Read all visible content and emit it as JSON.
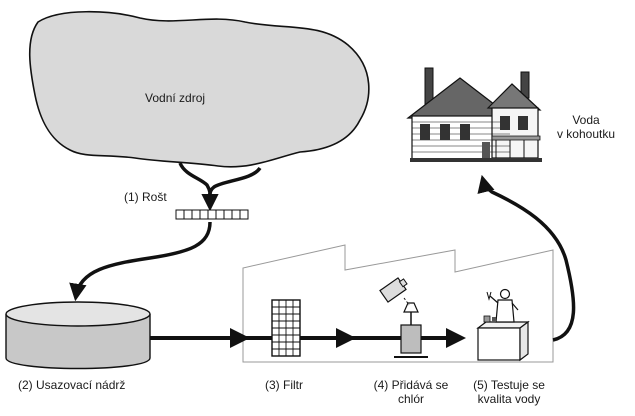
{
  "labels": {
    "source": "Vodní zdroj",
    "grate": "(1) Rošt",
    "tap_water_line1": "Voda",
    "tap_water_line2": "v kohoutku",
    "settling": "(2) Usazovací nádrž",
    "filter": "(3) Filtr",
    "chlorine_line1": "(4) Přidává se",
    "chlorine_line2": "chlór",
    "testing_line1": "(5) Testuje se",
    "testing_line2": "kvalita vody"
  },
  "colors": {
    "cloud_fill": "#d9d9d9",
    "line": "#111111",
    "tank_fill": "#c8c8c8",
    "plant_fill": "#ffffff"
  },
  "icons": [
    "cloud-icon",
    "grate-icon",
    "tank-icon",
    "filter-icon",
    "chlorine-icon",
    "lab-technician-icon",
    "house-icon"
  ]
}
